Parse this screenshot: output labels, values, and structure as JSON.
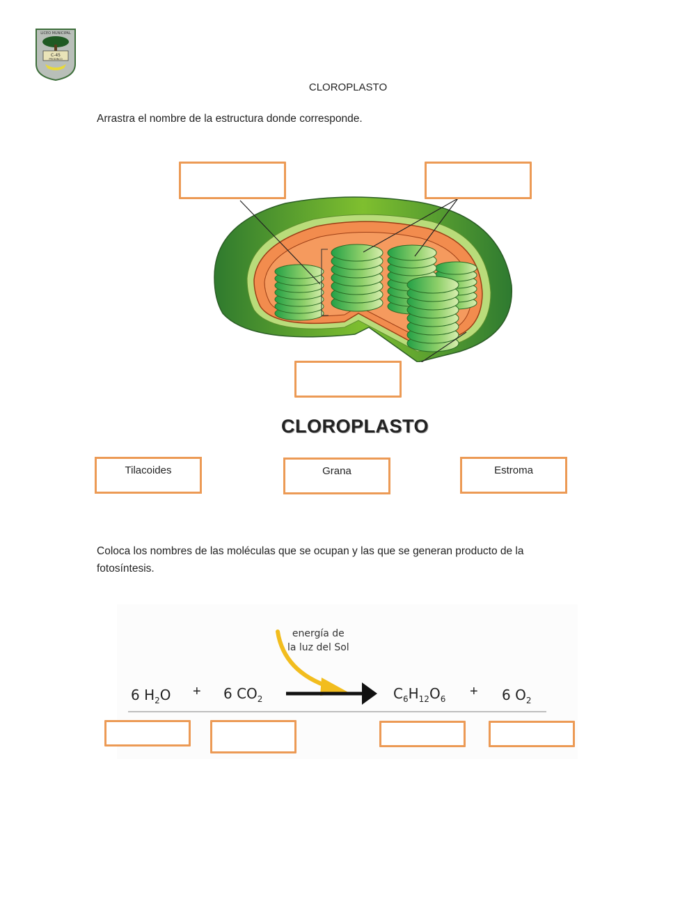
{
  "header": {
    "logo_icon": "school-crest-icon",
    "logo_text_top": "LICEO MUNICIPAL",
    "logo_text_badge": "C-45",
    "logo_text_banner": "PRODINCO"
  },
  "title": "CLOROPLASTO",
  "section1": {
    "instruction": "Arrastra el nombre de la estructura donde corresponde.",
    "diagram_caption": "CLOROPLASTO",
    "drop_targets": [
      {
        "id": "drop-top-left",
        "value": ""
      },
      {
        "id": "drop-top-right",
        "value": ""
      },
      {
        "id": "drop-bottom",
        "value": ""
      }
    ],
    "drag_items": [
      {
        "label": "Tilacoides"
      },
      {
        "label": "Grana"
      },
      {
        "label": "Estroma"
      }
    ]
  },
  "section2": {
    "instruction": "Coloca los nombres de las moléculas que se ocupan y las que se generan producto de la fotosíntesis.",
    "energy_label_line1": "energía de",
    "energy_label_line2": "la luz del Sol",
    "equation": {
      "reactant1": {
        "coef": "6 H",
        "sub": "2",
        "tail": "O"
      },
      "reactant2": {
        "coef": "6 CO",
        "sub": "2",
        "tail": ""
      },
      "product1": {
        "c": "C",
        "c_sub": "6",
        "h": "H",
        "h_sub": "12",
        "o": "O",
        "o_sub": "6"
      },
      "product2": {
        "coef": "6 O",
        "sub": "2",
        "tail": ""
      },
      "plus": "+"
    },
    "drop_targets": [
      {
        "id": "drop-h2o",
        "value": ""
      },
      {
        "id": "drop-co2",
        "value": ""
      },
      {
        "id": "drop-glucose",
        "value": ""
      },
      {
        "id": "drop-o2",
        "value": ""
      }
    ]
  },
  "colors": {
    "box_border": "#ec9a55",
    "sun_arrow": "#f2bd1e",
    "stroma_orange": "#f28c4e",
    "outer_green": "#3f8f37",
    "grana_green": "#3cb54a"
  }
}
